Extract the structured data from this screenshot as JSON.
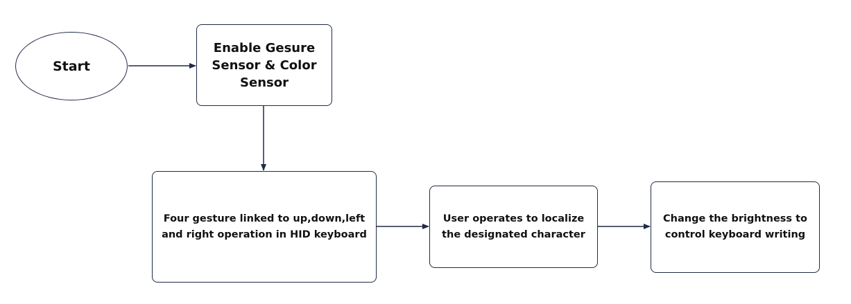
{
  "nodes": {
    "start": "Start",
    "enable_sensors": "Enable Gesure Sensor & Color Sensor",
    "gesture_mapping": "Four gesture linked to up,down,left and right operation in HID keyboard",
    "localize": "User operates to localize the designated character",
    "brightness": "Change the brightness to control keyboard writing"
  },
  "colors": {
    "stroke": "#1f2a44",
    "text": "#111111",
    "background": "#ffffff"
  }
}
